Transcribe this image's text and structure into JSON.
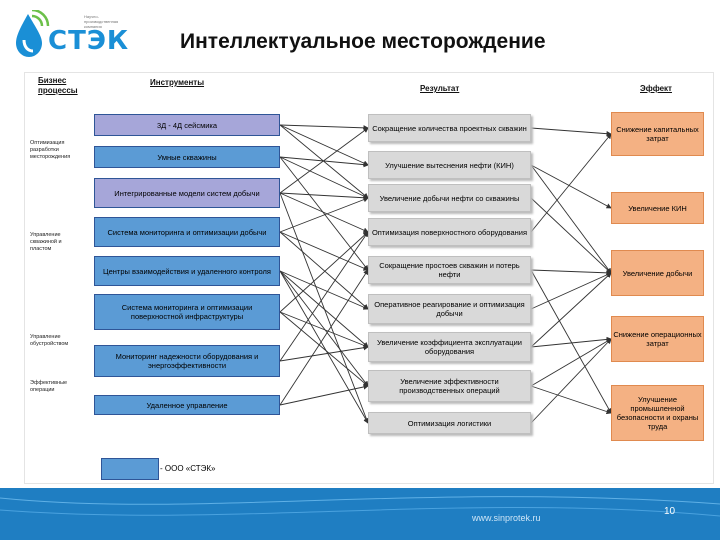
{
  "header": {
    "logo_text": "СТЭК",
    "logo_small": "Научно-производственная компания",
    "title": "Интеллектуальное месторождение"
  },
  "columns": {
    "business": "Бизнес процессы",
    "tools": "Инструменты",
    "result": "Результат",
    "effect": "Эффект"
  },
  "business_processes": [
    "Оптимизация разработки месторождения",
    "Управление скважиной и пластом",
    "Управление обустройством",
    "Эффективные операции"
  ],
  "tools": [
    {
      "label": "3Д - 4Д сейсмика",
      "kind": "purple"
    },
    {
      "label": "Умные скважины",
      "kind": "blue"
    },
    {
      "label": "Интегрированные модели систем добычи",
      "kind": "purple"
    },
    {
      "label": "Система мониторинга и оптимизации добычи",
      "kind": "blue"
    },
    {
      "label": "Центры взаимодействия и удаленного контроля",
      "kind": "blue"
    },
    {
      "label": "Система мониторинга и оптимизации поверхностной инфраструктуры",
      "kind": "blue"
    },
    {
      "label": "Мониторинг надежности оборудования и энергоэффективности",
      "kind": "blue"
    },
    {
      "label": "Удаленное управление",
      "kind": "blue"
    }
  ],
  "results": [
    "Сокращение количества проектных скважин",
    "Улучшение вытеснения нефти (КИН)",
    "Увеличение добычи нефти со скважины",
    "Оптимизация поверхностного оборудования",
    "Сокращение простоев скважин и потерь нефти",
    "Оперативное реагирование и оптимизация добычи",
    "Увеличение коэффициента эксплуатации оборудования",
    "Увеличение эффективности производственных операций",
    "Оптимизация логистики"
  ],
  "effects": [
    "Снижение капитальных затрат",
    "Увеличение КИН",
    "Увеличение добычи",
    "Снижение операционных затрат",
    "Улучшение промышленной безопасности и охраны труда"
  ],
  "links_tool_result": [
    [
      0,
      0
    ],
    [
      0,
      1
    ],
    [
      0,
      2
    ],
    [
      1,
      1
    ],
    [
      1,
      2
    ],
    [
      1,
      4
    ],
    [
      2,
      0
    ],
    [
      2,
      2
    ],
    [
      2,
      3
    ],
    [
      3,
      2
    ],
    [
      3,
      5
    ],
    [
      3,
      4
    ],
    [
      4,
      5
    ],
    [
      4,
      6
    ],
    [
      4,
      7
    ],
    [
      4,
      8
    ],
    [
      5,
      3
    ],
    [
      5,
      6
    ],
    [
      5,
      7
    ],
    [
      6,
      6
    ],
    [
      6,
      3
    ],
    [
      7,
      7
    ],
    [
      7,
      4
    ],
    [
      2,
      8
    ]
  ],
  "links_result_effect": [
    [
      0,
      0
    ],
    [
      3,
      0
    ],
    [
      1,
      1
    ],
    [
      2,
      2
    ],
    [
      4,
      2
    ],
    [
      5,
      2
    ],
    [
      6,
      3
    ],
    [
      7,
      3
    ],
    [
      8,
      3
    ],
    [
      6,
      2
    ],
    [
      7,
      4
    ],
    [
      4,
      4
    ],
    [
      1,
      2
    ]
  ],
  "legend": "- ООО «СТЭК»",
  "footer": {
    "url": "www.sinprotek.ru",
    "page": "10"
  }
}
